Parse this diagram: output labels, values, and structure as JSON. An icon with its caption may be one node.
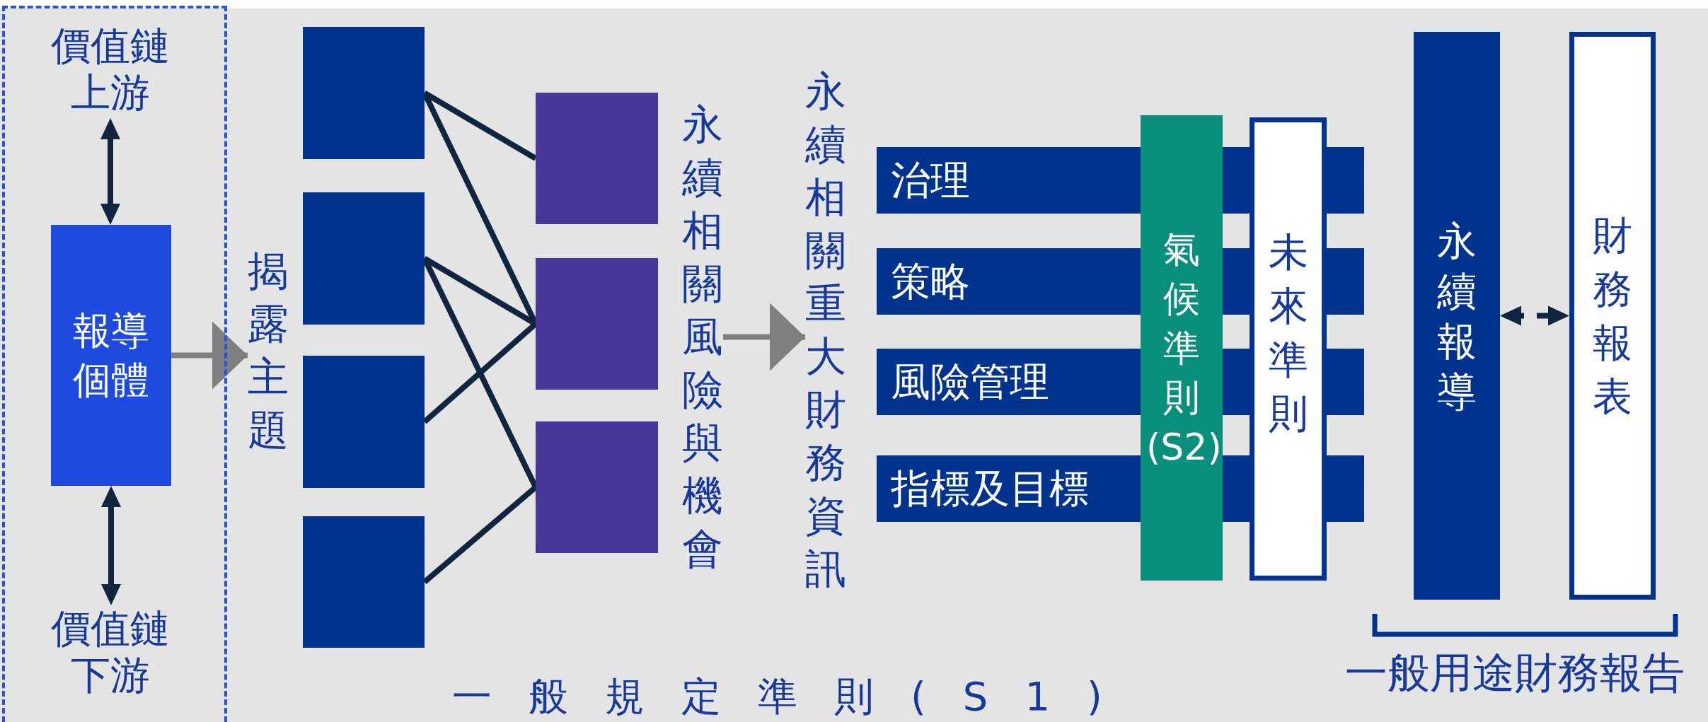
{
  "diagram": {
    "nodes": [
      {
        "text": [],
        "shape": "box"
      },
      {
        "text": [
          "價值鏈上游"
        ],
        "in": 0
      },
      {
        "text": [
          "報導個體"
        ],
        "in": 0
      },
      {
        "text": [
          "價值鏈下游"
        ],
        "in": 0
      },
      {
        "text": [
          "揭露主題"
        ]
      },
      {
        "text": [],
        "shape": "box"
      },
      {
        "text": [],
        "shape": "box"
      },
      {
        "text": [],
        "shape": "box"
      },
      {
        "text": [],
        "shape": "box"
      },
      {
        "text": [],
        "shape": "box"
      },
      {
        "text": [],
        "shape": "box"
      },
      {
        "text": [],
        "shape": "box"
      },
      {
        "text": [
          "永續相關風險與機會"
        ]
      },
      {
        "text": [
          "永續相關重大財務資訊"
        ]
      },
      {
        "text": [
          "治理"
        ]
      },
      {
        "text": [
          "策略"
        ]
      },
      {
        "text": [
          "風險管理"
        ]
      },
      {
        "text": [
          "指標及目標"
        ]
      },
      {
        "text": [
          "氣候準則(S2)"
        ]
      },
      {
        "text": [
          "未來準則"
        ]
      },
      {
        "text": [
          "永續報導"
        ]
      },
      {
        "text": [
          "財務報表"
        ]
      }
    ],
    "edges": [
      {
        "from": 1,
        "to": 2,
        "arrow": "both"
      },
      {
        "from": 2,
        "to": 3,
        "arrow": "both"
      },
      {
        "from": 2,
        "to": 4,
        "arrow": "to",
        "color": "#7f7f7f"
      },
      {
        "from": 5,
        "to": 9,
        "arrow": "none"
      },
      {
        "from": 5,
        "to": 10,
        "arrow": "none"
      },
      {
        "from": 6,
        "to": 10,
        "arrow": "none"
      },
      {
        "from": 6,
        "to": 11,
        "arrow": "none"
      },
      {
        "from": 7,
        "to": 10,
        "arrow": "none"
      },
      {
        "from": 8,
        "to": 11,
        "arrow": "none"
      },
      {
        "from": 12,
        "to": 13,
        "arrow": "to",
        "color": "#7f7f7f"
      },
      {
        "from": 20,
        "to": 21,
        "arrow": "both",
        "style": "dashed"
      }
    ],
    "labels": [
      "一般規定準則(S1)",
      "一般用途財務報告"
    ]
  }
}
